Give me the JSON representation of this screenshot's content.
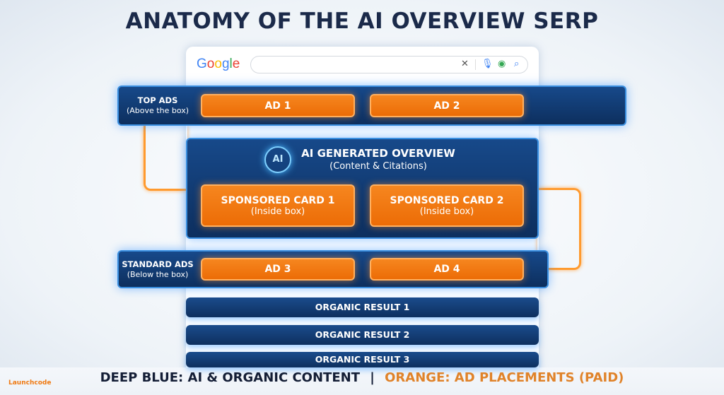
{
  "title": "ANATOMY OF THE AI OVERVIEW SERP",
  "browser": {
    "logo": "Google",
    "search_icons": [
      "close-icon",
      "mic-icon",
      "lens-icon",
      "search-icon"
    ]
  },
  "top_ads": {
    "label": "TOP ADS",
    "sublabel": "(Above the box)",
    "ads": [
      "AD 1",
      "AD 2"
    ]
  },
  "overview": {
    "title": "AI GENERATED OVERVIEW",
    "subtitle": "(Content & Citations)",
    "icon_text": "AI",
    "cards": [
      {
        "title": "SPONSORED CARD 1",
        "sub": "(Inside box)"
      },
      {
        "title": "SPONSORED CARD 2",
        "sub": "(Inside box)"
      }
    ]
  },
  "standard_ads": {
    "label": "STANDARD ADS",
    "sublabel": "(Below the box)",
    "ads": [
      "AD 3",
      "AD 4"
    ]
  },
  "organic": [
    "ORGANIC RESULT 1",
    "ORGANIC RESULT 2",
    "ORGANIC RESULT 3"
  ],
  "legend": {
    "blue": "DEEP BLUE: AI & ORGANIC CONTENT",
    "sep": "|",
    "orange": "ORANGE: AD PLACEMENTS (PAID)"
  },
  "watermark": "Launchcode",
  "colors": {
    "deep_blue": "#0f3a70",
    "orange": "#f07a12",
    "title": "#1b2a4a"
  }
}
